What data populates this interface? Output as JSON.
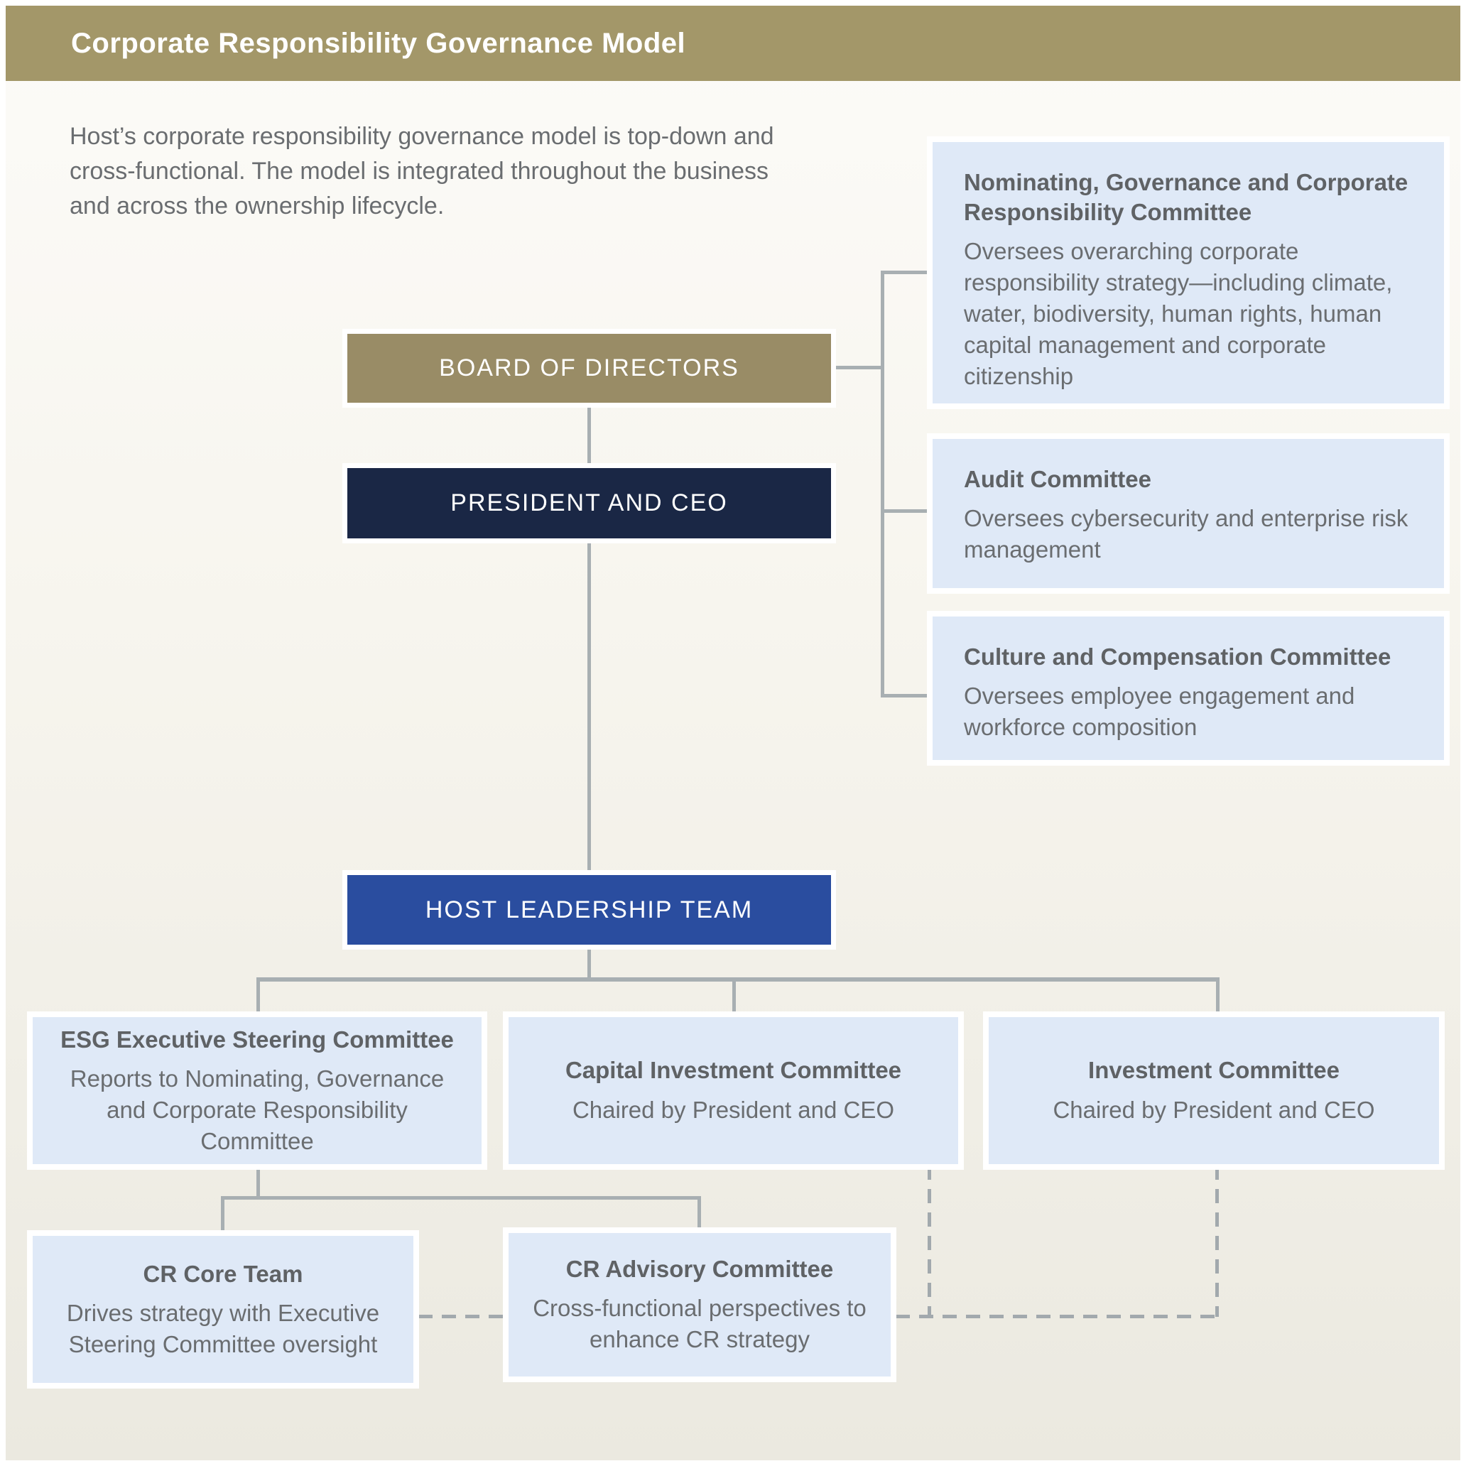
{
  "header": {
    "title": "Corporate Responsibility Governance Model"
  },
  "intro": {
    "text": "Host’s corporate responsibility governance model is top-down and cross-functional. The model is integrated throughout the business and across the ownership lifecycle."
  },
  "nodes": {
    "board": {
      "label": "BOARD OF DIRECTORS"
    },
    "president": {
      "label": "PRESIDENT AND CEO"
    },
    "leadership": {
      "label": "HOST LEADERSHIP TEAM"
    }
  },
  "board_committees": [
    {
      "title": "Nominating, Governance and Corporate Responsibility Committee",
      "description": "Oversees overarching corporate responsibility strategy—including climate, water, biodiversity, human rights, human capital management and corporate citizenship"
    },
    {
      "title": "Audit Committee",
      "description": "Oversees cybersecurity and enterprise risk management"
    },
    {
      "title": "Culture and Compensation Committee",
      "description": "Oversees employee engagement and workforce composition"
    }
  ],
  "leadership_committees": [
    {
      "title": "ESG Executive Steering Committee",
      "description": "Reports to Nominating, Governance and Corporate Responsibility Committee"
    },
    {
      "title": "Capital Investment Committee",
      "description": "Chaired by President and CEO"
    },
    {
      "title": "Investment Committee",
      "description": "Chaired by President and CEO"
    }
  ],
  "cr_teams": [
    {
      "title": "CR Core Team",
      "description": "Drives strategy with Executive Steering Committee oversight"
    },
    {
      "title": "CR Advisory Committee",
      "description": "Cross-functional perspectives to enhance CR strategy"
    }
  ],
  "colors": {
    "gold": "#998c66",
    "header-gold": "#a39769",
    "navy": "#1a2745",
    "blue": "#2a4d9f",
    "card": "#dfe9f7",
    "line": "#a8afb2",
    "dash": "#a2a9ad",
    "text": "#6a6d70",
    "title": "#5f6265",
    "bg-top": "#fcfbf8",
    "bg-bottom": "#ebe9e0"
  }
}
